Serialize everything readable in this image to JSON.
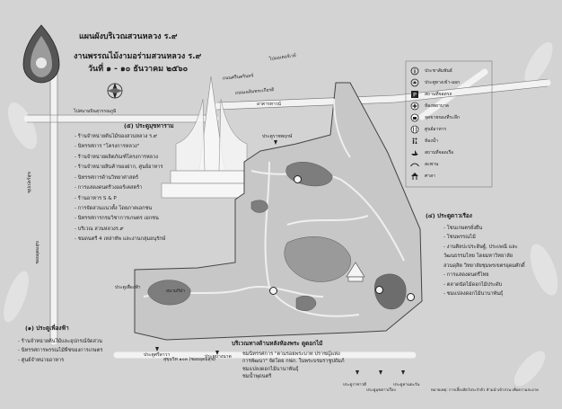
{
  "header": {
    "title": "แผนผังบริเวณสวนหลวง ร.๙",
    "subtitle": "งานพรรณไม้งามอร่ามสวนหลวง ร.๙",
    "dates": "วันที่ ๑ - ๑๐ ธันวาคม ๒๕๖๐"
  },
  "roads": {
    "motorway": "ไปมอเตอร์เวย์",
    "onnut": "ถนนศรีนครินทร์",
    "airport": "ไปสนามบินสุวรรณภูมิ",
    "seacon": "ไปแยกบางนา",
    "soi": "ซุปเปอร์สุข",
    "right_road": "ซอยอุดมสุข",
    "bottom_road": "สุขุมวิท ๑๐๓ (ซอยอุดมสุข)",
    "road_center": "ถนนเฉลิมพระเกียรติ",
    "inner_road": "อาคารทาวน์"
  },
  "legend": [
    {
      "icon": "info-icon",
      "label": "ประชาสัมพันธ์"
    },
    {
      "icon": "entrance-icon",
      "label": "ประตูทางเข้า-ออก"
    },
    {
      "icon": "parking-icon",
      "label": "สถานที่จอดรถ"
    },
    {
      "icon": "phone-icon",
      "label": "ห้องพยาบาล"
    },
    {
      "icon": "shop-icon",
      "label": "จุดขายของที่ระลึก"
    },
    {
      "icon": "food-icon",
      "label": "ศูนย์อาหาร"
    },
    {
      "icon": "toilet-icon",
      "label": "ห้องน้ำ"
    },
    {
      "icon": "water-icon",
      "label": "สถานที่จอดเรือ"
    },
    {
      "icon": "bridge-icon",
      "label": "สะพาน"
    },
    {
      "icon": "pavilion-icon",
      "label": "ศาลา"
    }
  ],
  "gate5": {
    "title": "(๕) ประตูมุขทาราม",
    "items": [
      "- ร้านจำหน่ายต้นไม้ของสวนหลวง ร.๙",
      "- นิทรรศการ \"โครงการหลวง\"",
      "- ร้านจำหน่ายผลิตภัณฑ์โครงการหลวง",
      "- ร้านจำหน่ายสินค้าของฝาก, ศูนย์อาหาร",
      "- นิทรรศการด้านวิทยาศาสตร์",
      "- การแสดงดนตรีวงออร์เคสตร้า",
      "- ร้านอาหาร S & P",
      "- การจัดสวนแนวตั้ง โดยภาคเอกชน",
      "- นิทรรศการกรมวิชาการเกษตร เอกชน",
      "- บริเวณ สวนหลวงร.๙",
      "- ชมดนตรี 4 เหล่าทัพ และงานกลุ่มอนุรักษ์"
    ]
  },
  "gate4": {
    "title": "(๔) ประตูดาวเรือง",
    "items": [
      "- โซนเกษตรยั่งยืน",
      "- โซนพรรณไม้",
      "- งานศิลปะประดิษฐ์, ประเพณี และ",
      "  วัฒนธรรมไทย โดยมหาวิทยาลัย",
      "  สวนดุสิต วิทยาลัยชุมพรเขตรอุดมศักดิ์",
      "- การแสดงดนตรีไทย",
      "- ตลาดนัดไม้ดอกไม้ประดับ",
      "- ชมแปลงดอกไม้นานาพันธุ์"
    ]
  },
  "gate1": {
    "title": "(๑) ประตูเพื่องฟ้า",
    "items": [
      "- ร้านจำหน่ายต้นไม้และอุปกรณ์จัดสวน",
      "- นิทรรศการพรรณไม้พืชของการเกษตร",
      "- ศูนย์จำหน่ายอาหาร"
    ]
  },
  "gate3": {
    "title": "บริเวณทางด้านหลังห้องพระ ดูดอกไม้",
    "items": [
      "ชมนิทรรศการ \"ตามรอยพระบาท ปราชญ์แห่ง",
      "การพัฒนา\" จัดโดย กฟภ. ในพระบรมราชูปถัมภ์",
      "ชมแปลงดอกไม้นานาพันธุ์",
      "ชมน้ำพุดนตรี"
    ]
  },
  "map_labels": {
    "pavilion": "สนามกีฬา",
    "gate_north": "ประตูราชพฤกษ์",
    "gate_sw": "ประตูศรีลาวา",
    "gate_s": "ประตูบางนาต",
    "gate_se1": "ประตูราชาวดี",
    "gate_se2": "ประตูมุขดาวเรือง",
    "gate_se3": "ประตูทานตะวัน",
    "west_gate": "ประตูเพื่องฟ้า"
  },
  "footer_note": "หมายเหตุ: การเลี้ยงสัตว์ประจำตัว ห้ามนำเข้าสวน เพื่อความสะอาด",
  "colors": {
    "paper": "#d3d3d3",
    "park_fill": "#c9c9c9",
    "water": "#7b7b7b",
    "ink": "#1e1e1e",
    "road_edge": "#f0f0f0"
  }
}
